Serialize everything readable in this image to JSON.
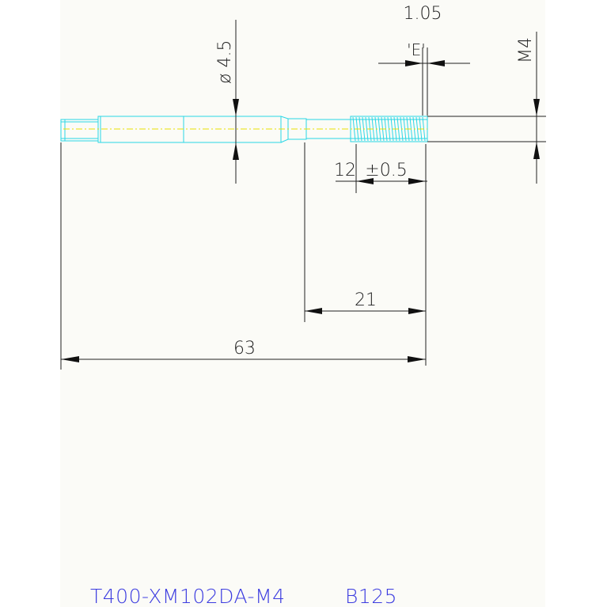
{
  "drawing": {
    "dimensions": {
      "chamfer": "1.05",
      "chamfer_label": "'E'",
      "diameter": "ø 4.5",
      "thread": "M4",
      "thread_length": "12",
      "thread_tolerance": "±0.5",
      "neck_length": "21",
      "overall_length": "63"
    },
    "title": {
      "part_number": "T400-XM102DA-M4",
      "code": "B125"
    }
  },
  "colors": {
    "tool_outline": "#2ad7e6",
    "centerline": "#e8e000",
    "title_text": "#3c3ce0"
  }
}
